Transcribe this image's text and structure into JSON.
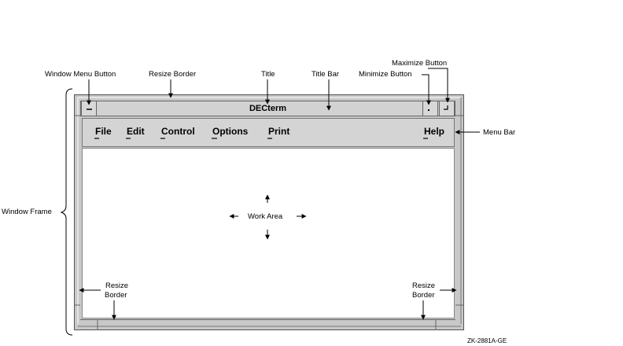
{
  "window": {
    "title": "DECterm"
  },
  "menu": {
    "items": [
      "File",
      "Edit",
      "Control",
      "Options",
      "Print"
    ],
    "help": "Help"
  },
  "work_area": {
    "label": "Work Area"
  },
  "labels": {
    "window_menu_button": "Window Menu Button",
    "resize_border_top": "Resize Border",
    "title": "Title",
    "title_bar": "Title Bar",
    "minimize_button": "Minimize Button",
    "maximize_button": "Maximize Button",
    "menu_bar": "Menu Bar",
    "window_frame": "Window Frame",
    "resize_left_1": "Resize",
    "resize_left_2": "Border",
    "resize_right_1": "Resize",
    "resize_right_2": "Border",
    "figure_id": "ZK-2881A-GE"
  }
}
